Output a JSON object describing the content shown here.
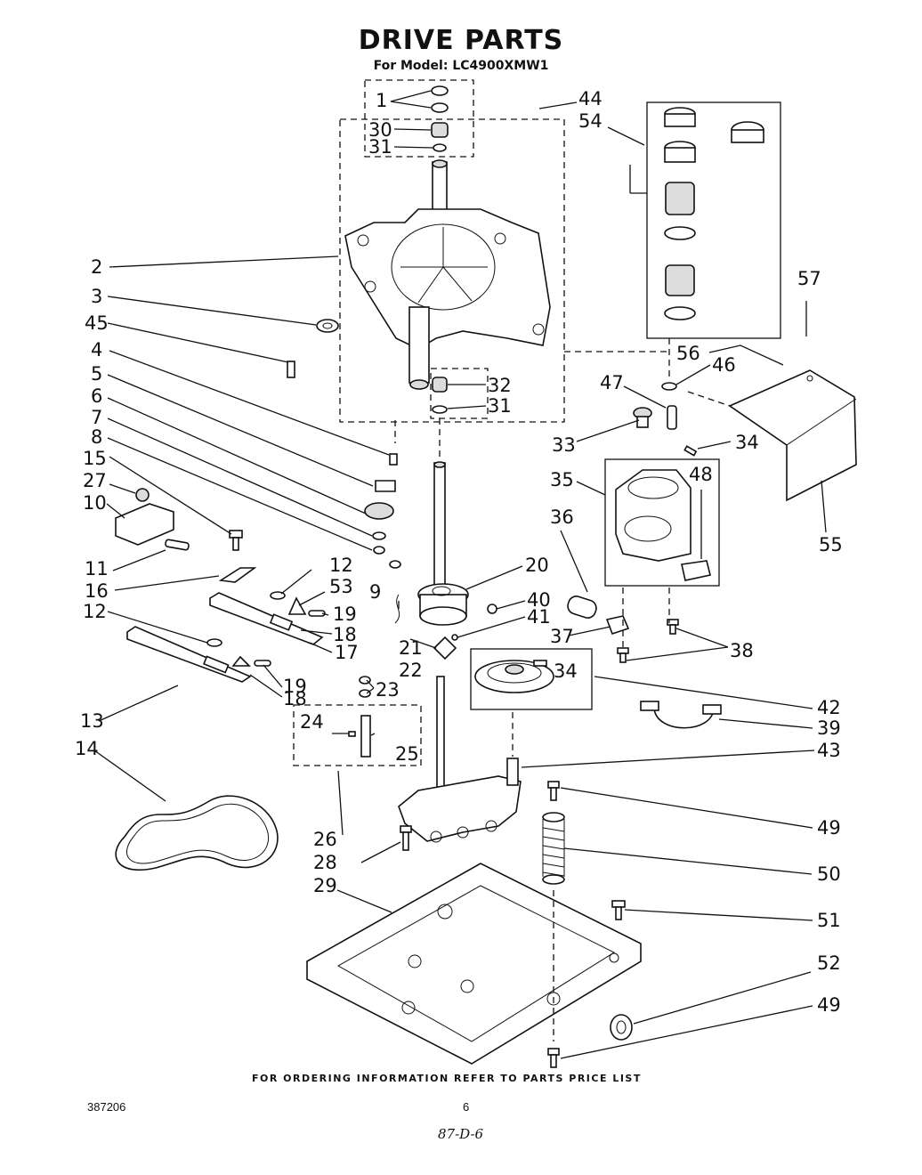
{
  "header": {
    "title": "DRIVE PARTS",
    "model_line": "For Model: LC4900XMW1"
  },
  "callouts": {
    "c1": "1",
    "c30": "30",
    "c31a": "31",
    "c44": "44",
    "c54": "54",
    "c2": "2",
    "c3": "3",
    "c45": "45",
    "c4": "4",
    "c5": "5",
    "c6": "6",
    "c7": "7",
    "c8": "8",
    "c15": "15",
    "c27": "27",
    "c10": "10",
    "c11": "11",
    "c16": "16",
    "c12a": "12",
    "c12b": "12",
    "c53": "53",
    "c9": "9",
    "c19a": "19",
    "c18a": "18",
    "c17": "17",
    "c19b": "19",
    "c18b": "18",
    "c13": "13",
    "c14": "14",
    "c24": "24",
    "c25": "25",
    "c26": "26",
    "c23": "23",
    "c22": "22",
    "c21": "21",
    "c20": "20",
    "c40": "40",
    "c41": "41",
    "c32": "32",
    "c31b": "31",
    "c57": "57",
    "c56": "56",
    "c46": "46",
    "c47": "47",
    "c33": "33",
    "c34a": "34",
    "c35": "35",
    "c48": "48",
    "c55": "55",
    "c36": "36",
    "c37": "37",
    "c38": "38",
    "c34b": "34",
    "c42": "42",
    "c39": "39",
    "c43": "43",
    "c49a": "49",
    "c28": "28",
    "c29": "29",
    "c50": "50",
    "c51": "51",
    "c52": "52",
    "c49b": "49"
  },
  "footer": {
    "ordering_note": "FOR ORDERING INFORMATION REFER TO PARTS PRICE LIST",
    "doc_number": "387206",
    "page_number": "6",
    "handwritten_note": "87-D-6"
  }
}
